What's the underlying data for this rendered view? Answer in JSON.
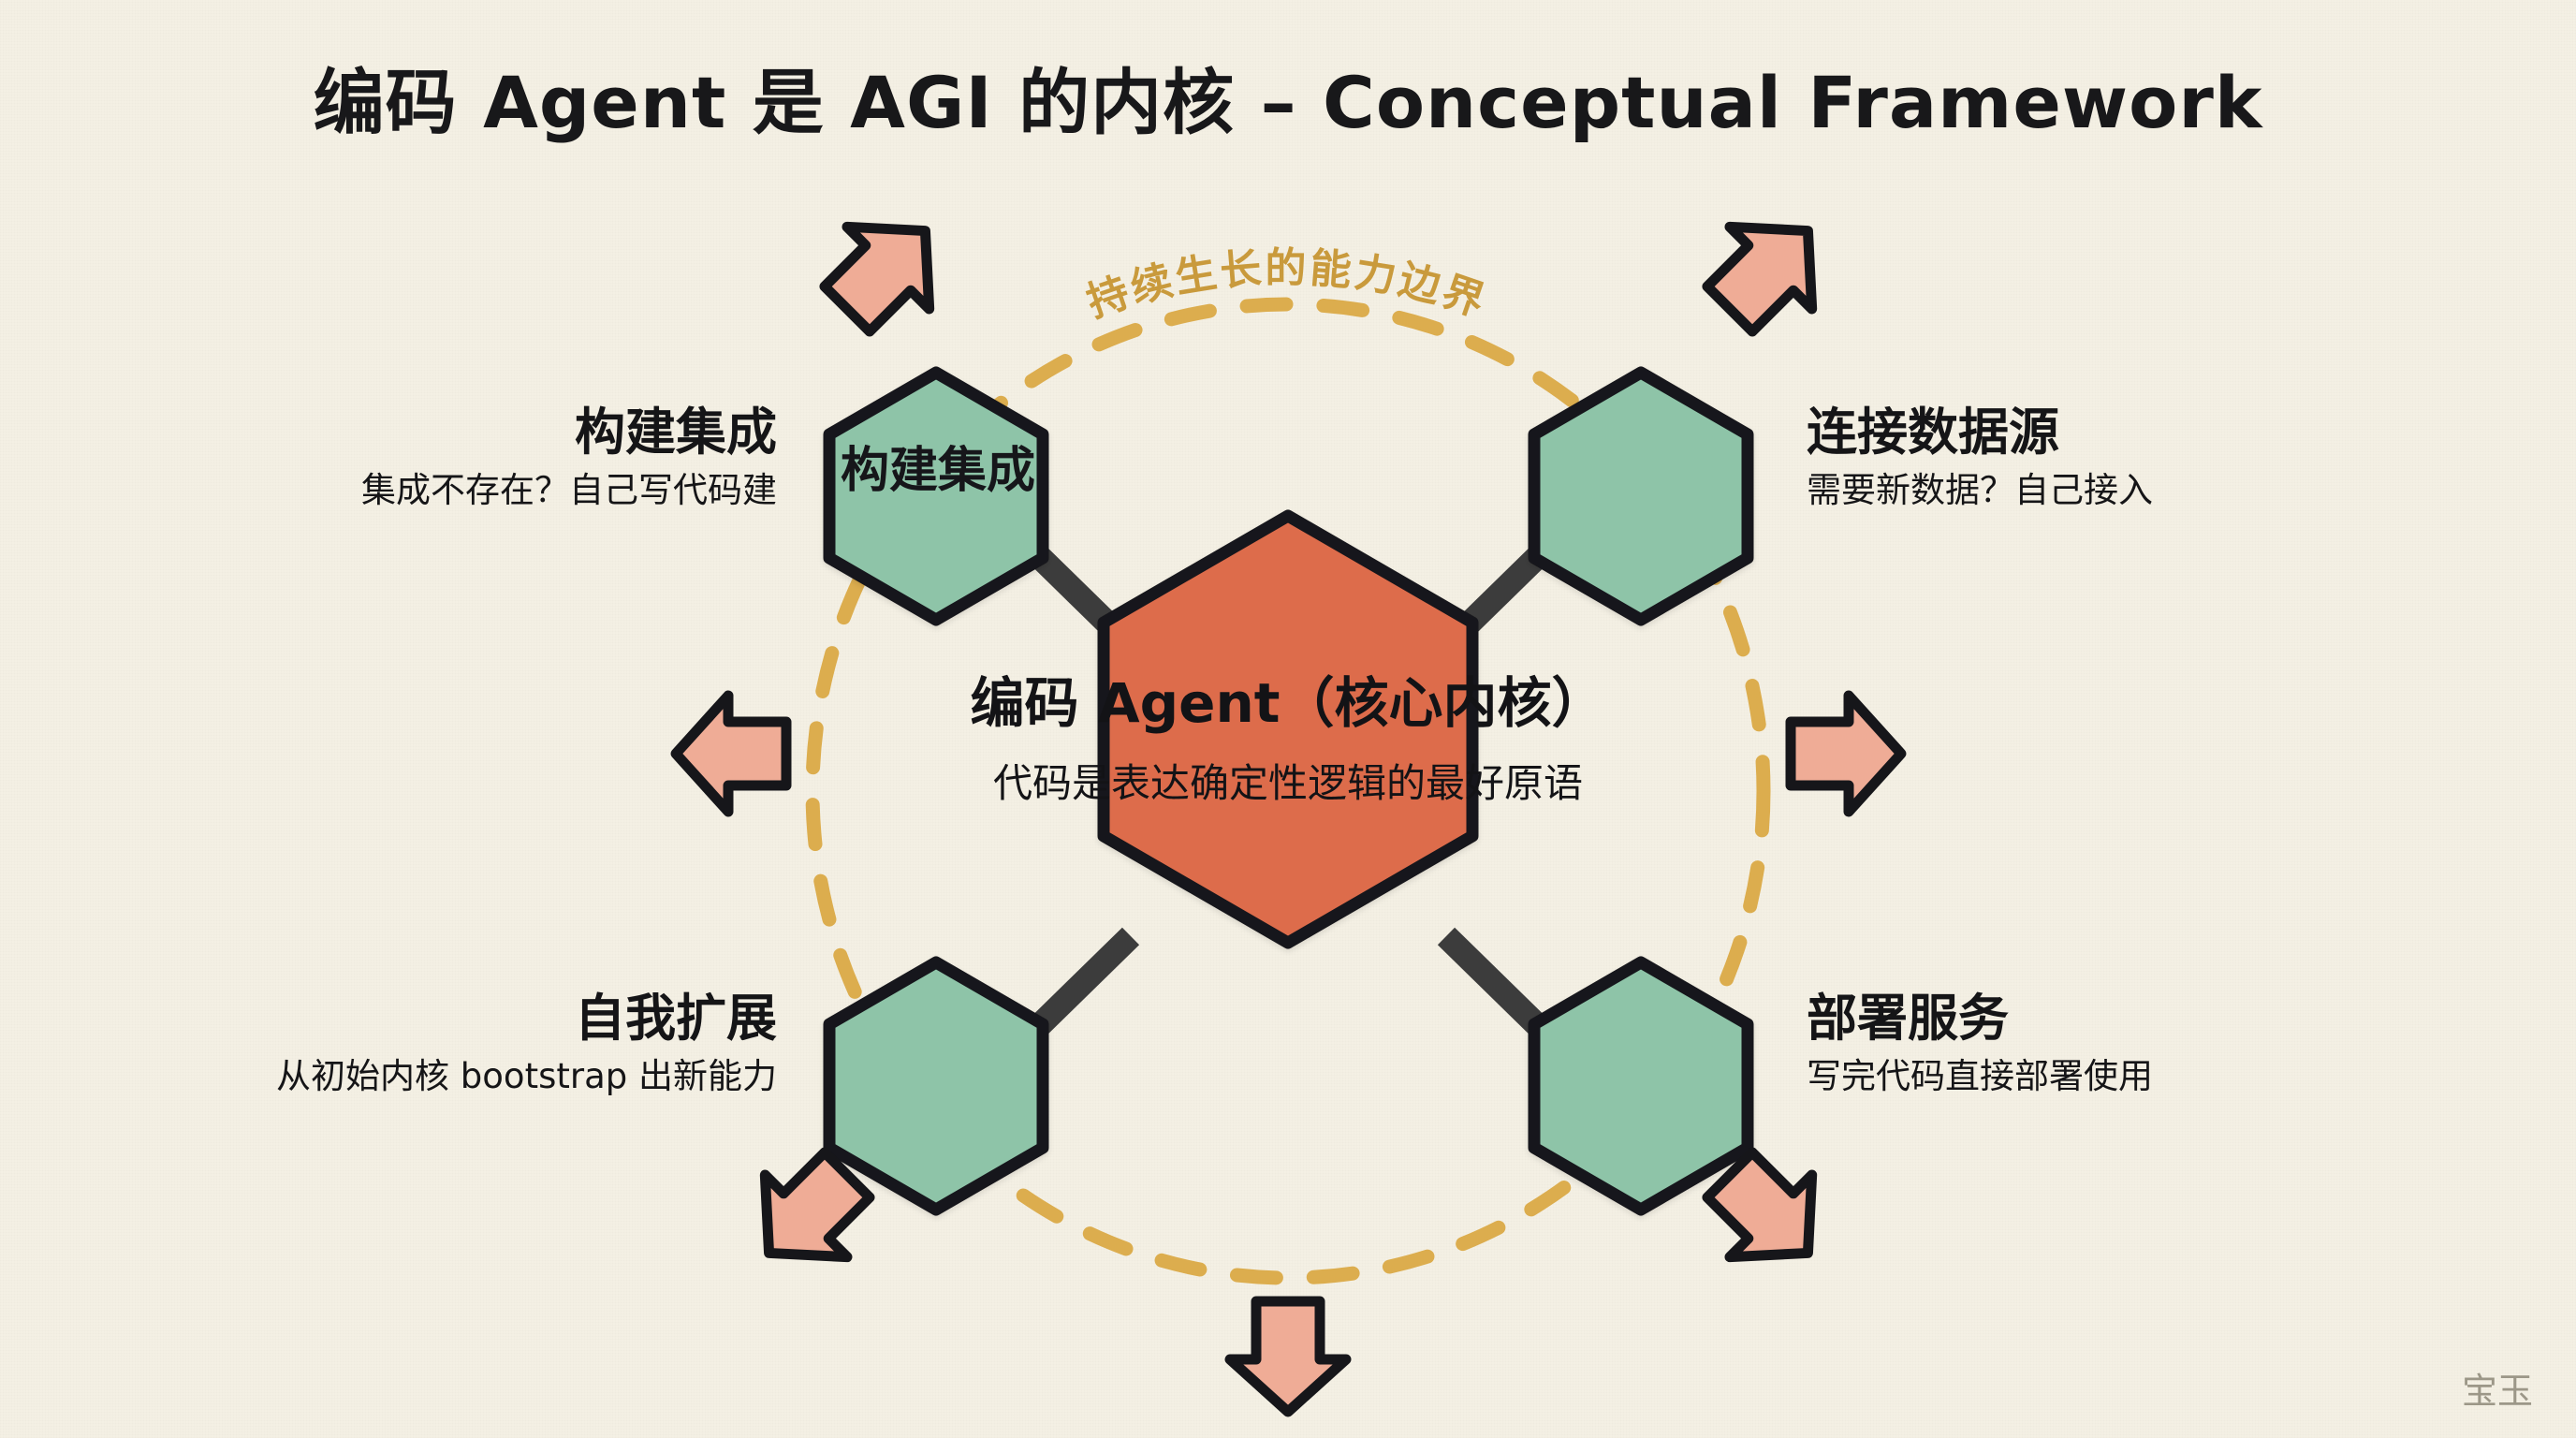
{
  "page": {
    "background_color": "#f4f0e4",
    "title": "编码 Agent 是 AGI 的内核 – Conceptual Framework",
    "watermark": "宝玉"
  },
  "colors": {
    "background": "#f4f0e4",
    "core_hexagon": "#dd6c4b",
    "node_hexagon": "#8ec4a8",
    "hexagon_outline": "#16161a",
    "spoke": "#3c3c3c",
    "arrow_fill": "#efac96",
    "arrow_outline": "#16161a",
    "boundary_dashed": "#dcad4e",
    "boundary_label": "#c99a3c",
    "text": "#151517",
    "watermark": "#9c9788"
  },
  "core": {
    "name": "core-hexagon",
    "title": "编码 Agent（核心内核）",
    "subtitle": "代码是表达确定性逻辑的最好原语"
  },
  "boundary": {
    "label": "持续生长的能力边界",
    "style": "dashed-circle"
  },
  "nodes": [
    {
      "id": "build-integration",
      "position": "top-left",
      "title": "构建集成",
      "subtitle": "集成不存在？自己写代码建",
      "inner_label": "构建集成"
    },
    {
      "id": "connect-datasource",
      "position": "top-right",
      "title": "连接数据源",
      "subtitle": "需要新数据？自己接入",
      "inner_label": ""
    },
    {
      "id": "self-extension",
      "position": "bottom-left",
      "title": "自我扩展",
      "subtitle": "从初始内核 bootstrap 出新能力",
      "inner_label": ""
    },
    {
      "id": "deploy-service",
      "position": "bottom-right",
      "title": "部署服务",
      "subtitle": "写完代码直接部署使用",
      "inner_label": ""
    }
  ],
  "arrows": [
    {
      "id": "arrow-up-left",
      "direction": "up-left"
    },
    {
      "id": "arrow-up-right",
      "direction": "up-right"
    },
    {
      "id": "arrow-left",
      "direction": "left"
    },
    {
      "id": "arrow-right",
      "direction": "right"
    },
    {
      "id": "arrow-down-left",
      "direction": "down-left"
    },
    {
      "id": "arrow-down-right",
      "direction": "down-right"
    },
    {
      "id": "arrow-down",
      "direction": "down"
    }
  ]
}
